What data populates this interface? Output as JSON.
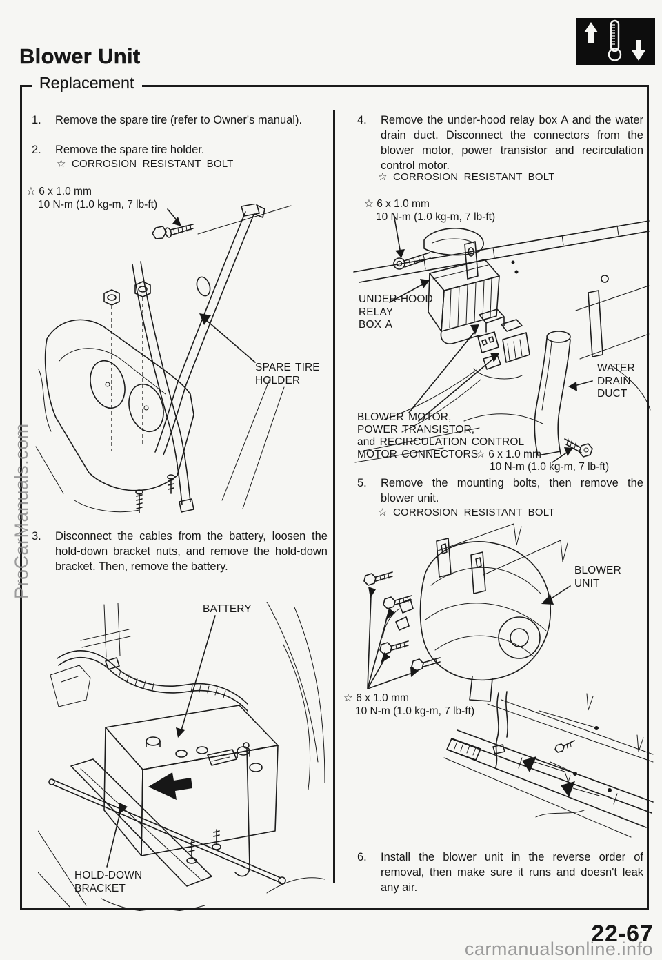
{
  "page": {
    "title": "Blower Unit",
    "section": "Replacement",
    "page_number": "22-67",
    "watermark_side": "ProCarManuals.com",
    "watermark_bottom": "carmanualsonline.info"
  },
  "icon": {
    "name": "temperature-up-down"
  },
  "notes": {
    "corrosion": "☆ CORROSION RESISTANT BOLT"
  },
  "torque": {
    "size": "☆ 6 x 1.0 mm",
    "value": "10 N-m (1.0 kg-m, 7 lb-ft)"
  },
  "steps": [
    {
      "num": "1.",
      "text": "Remove the spare tire (refer to Owner's manual)."
    },
    {
      "num": "2.",
      "text": "Remove the spare tire holder."
    },
    {
      "num": "3.",
      "text": "Disconnect the cables from the battery, loosen the hold-down bracket nuts, and remove the hold-down bracket. Then, remove the battery."
    },
    {
      "num": "4.",
      "text": "Remove the under-hood relay box A and the water drain duct. Disconnect the connectors from the blower motor, power transistor and recirculation control motor."
    },
    {
      "num": "5.",
      "text": "Remove the mounting bolts, then remove the blower unit."
    },
    {
      "num": "6.",
      "text": "Install the blower unit in the reverse order of removal, then make sure it runs and doesn't leak any air."
    }
  ],
  "figures": {
    "spare_tire_holder": {
      "label": "SPARE TIRE\nHOLDER"
    },
    "battery": {
      "label": "BATTERY",
      "bracket_label": "HOLD-DOWN\nBRACKET"
    },
    "relay_box": {
      "relay_label": "UNDER-HOOD\nRELAY\nBOX A",
      "duct_label": "WATER\nDRAIN\nDUCT",
      "connector_label": "BLOWER MOTOR,\nPOWER TRANSISTOR,\nand RECIRCULATION CONTROL\nMOTOR CONNECTORS"
    },
    "blower_unit": {
      "label": "BLOWER\nUNIT"
    }
  }
}
